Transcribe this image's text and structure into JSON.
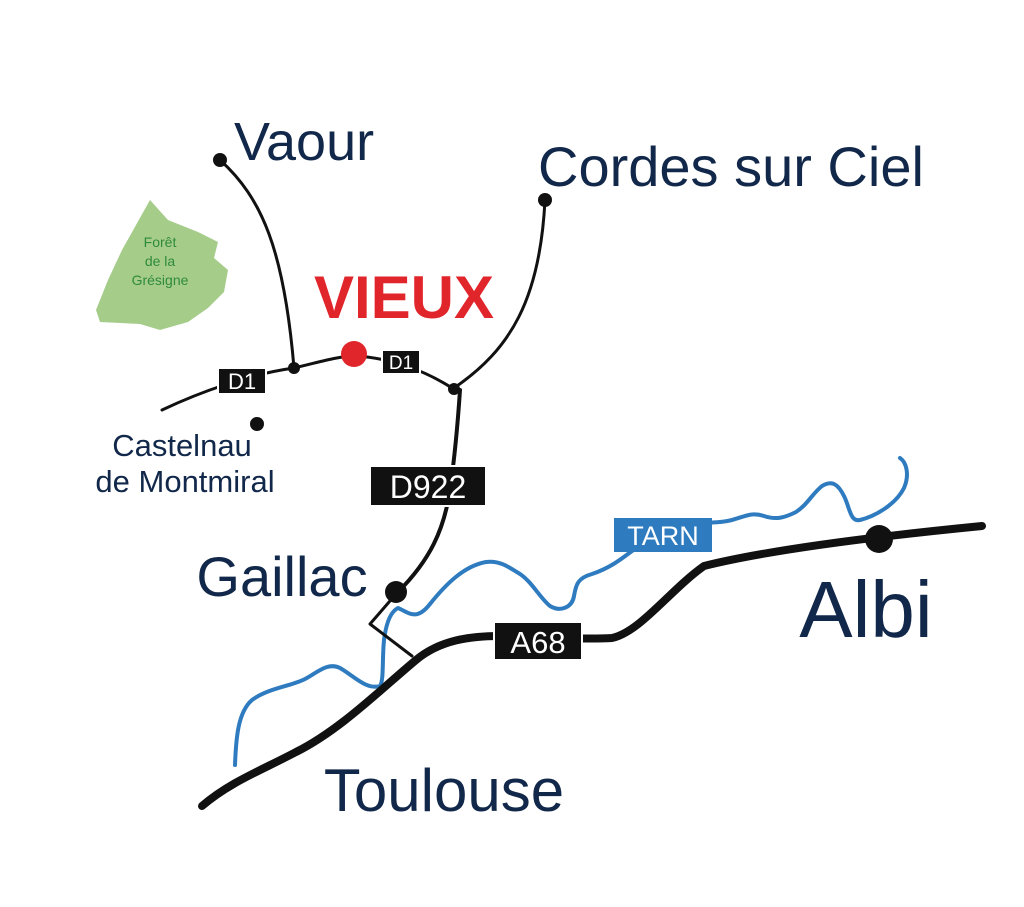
{
  "map": {
    "highlight": {
      "name": "VIEUX",
      "color": "#e0252b"
    },
    "places": {
      "vaour": "Vaour",
      "cordes": "Cordes sur Ciel",
      "castelnau_line1": "Castelnau",
      "castelnau_line2": "de Montmiral",
      "gaillac": "Gaillac",
      "albi": "Albi",
      "toulouse": "Toulouse"
    },
    "forest": {
      "line1": "Forêt",
      "line2": "de la",
      "line3": "Grésigne",
      "color": "#a6cc8a"
    },
    "roads": {
      "d1_west": "D1",
      "d1_east": "D1",
      "d922": "D922",
      "a68": "A68"
    },
    "river": {
      "name": "TARN",
      "color": "#2f7bbf"
    },
    "colors": {
      "text": "#12284a",
      "road": "#111111",
      "badge": "#111111"
    }
  }
}
